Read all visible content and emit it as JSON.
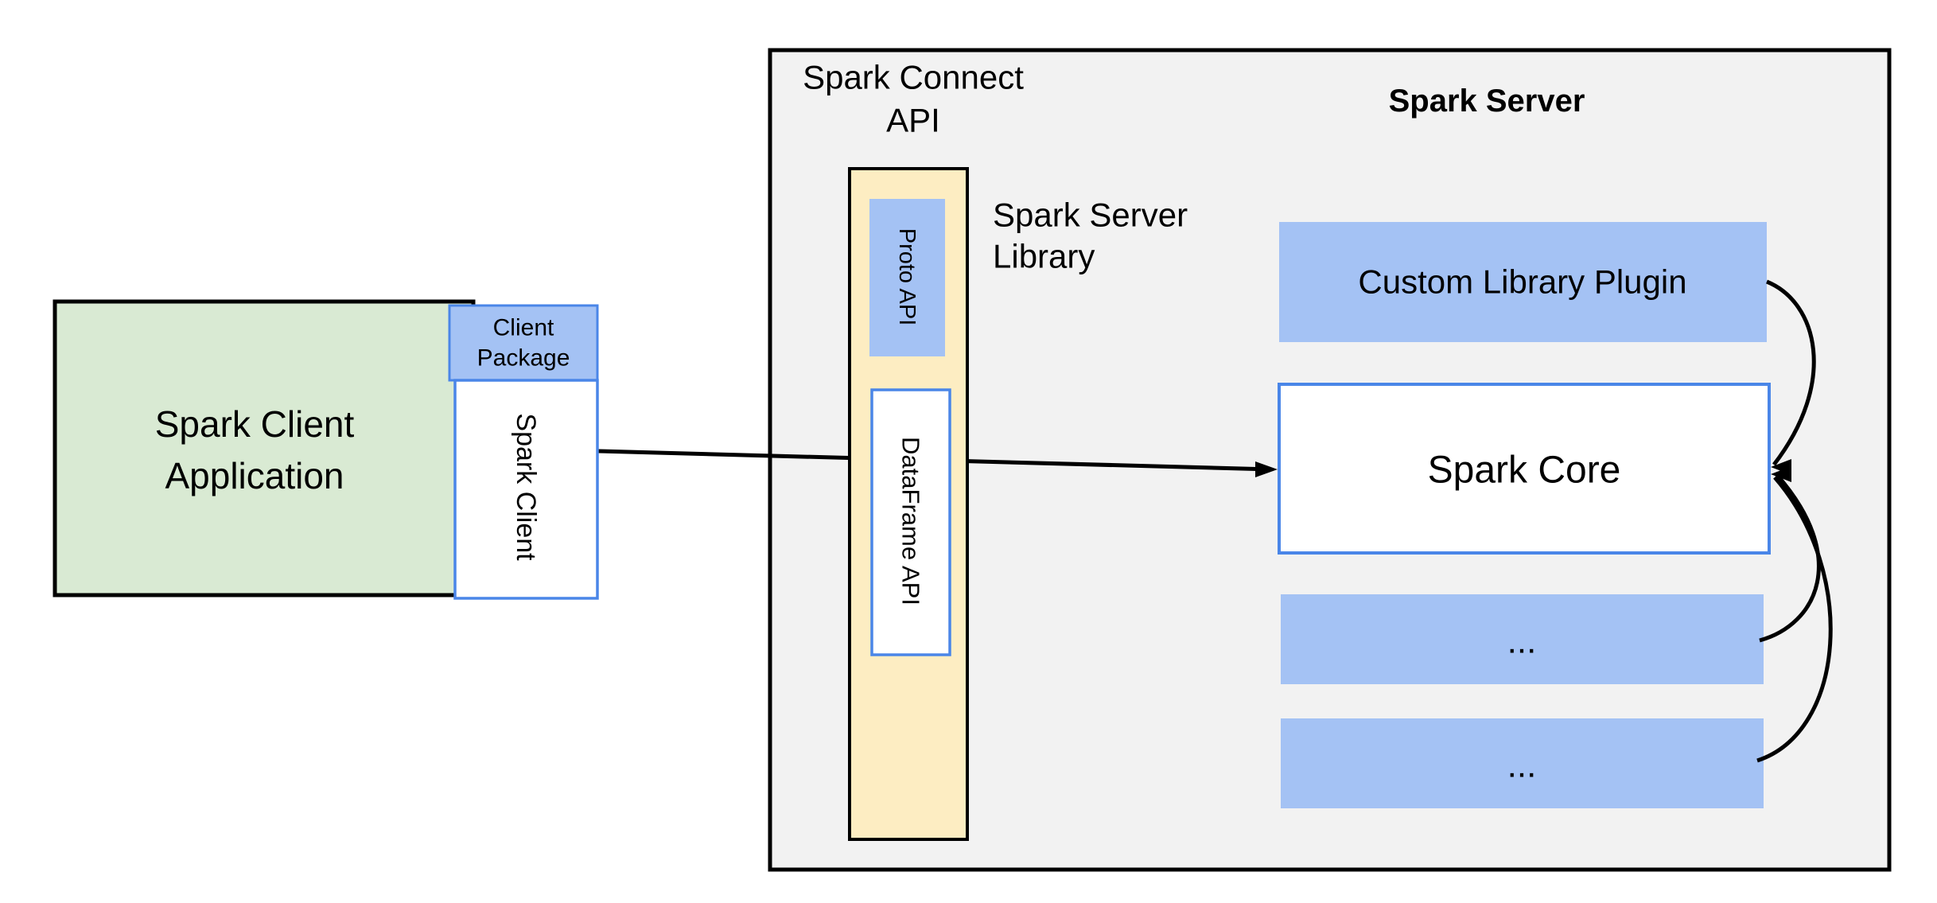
{
  "labels": {
    "client_application": [
      "Spark Client",
      "Application"
    ],
    "client_package": [
      "Client",
      "Package"
    ],
    "spark_client": "Spark Client",
    "spark_connect_api": [
      "Spark Connect",
      "API"
    ],
    "spark_server_title": "Spark Server",
    "spark_server_library": [
      "Spark Server",
      "Library"
    ],
    "proto_api": "Proto API",
    "dataframe_api": "DataFrame API",
    "custom_library_plugin": "Custom Library Plugin",
    "spark_core": "Spark Core",
    "ellipsis_top": "...",
    "ellipsis_bottom": "..."
  },
  "colors": {
    "blue_fill": "#a4c2f4",
    "blue_border": "#4a86e8",
    "green_fill": "#d9ead3",
    "yellow_fill": "#fdedc2",
    "server_gray_fill": "#f2f2f2",
    "line_black": "#000000"
  }
}
